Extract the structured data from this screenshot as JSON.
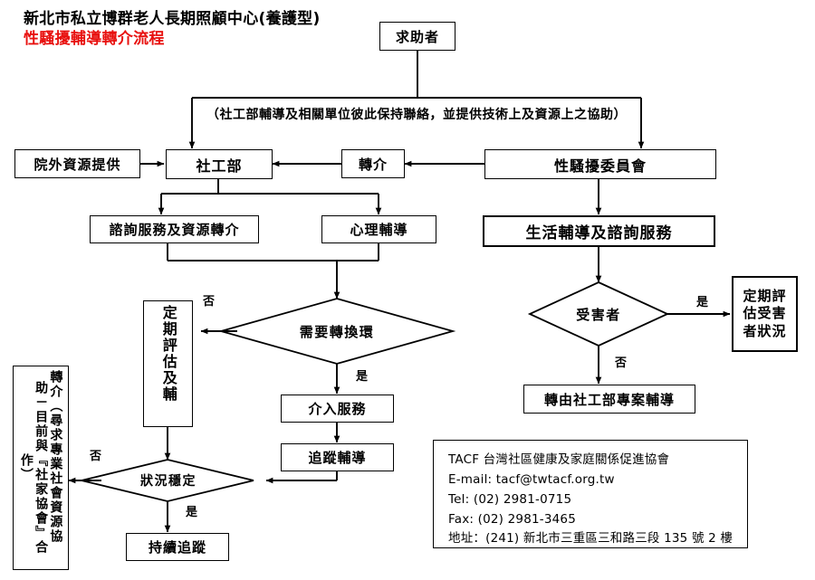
{
  "header": {
    "org_title": "新北市私立博群老人長期照顧中心(養護型)",
    "flow_title": "性騷擾輔導轉介流程",
    "title_color": "#000000",
    "subtitle_color": "#e8110f"
  },
  "nodes": {
    "help_seeker": "求助者",
    "bracket_note": "（社工部輔導及相關單位彼此保持聯絡，並提供技術上及資源上之協助）",
    "external_resource": "院外資源提供",
    "social_work_dept": "社工部",
    "referral": "轉介",
    "harassment_committee": "性騷擾委員會",
    "consult_and_resource": "諮詢服務及資源轉介",
    "psych_counseling": "心理輔導",
    "life_and_consult": "生活輔導及諮詢服務",
    "need_transfer_loop": "需要轉換環",
    "periodic_eval_aid": "定期評估及輔",
    "intervention_service": "介入服務",
    "follow_up_counseling": "追蹤輔導",
    "status_stable": "狀況穩定",
    "continuous_tracking": "持續追蹤",
    "referral_long": "轉介（尋求專業社會資源協助－目前與『社家協會』合作）",
    "referral_long_col1": "轉介（尋求專業社會資源協",
    "referral_long_col2": "助－目前與『社家協會』合作）",
    "victim": "受害者",
    "periodic_eval_victim": "定期評估受害者狀況",
    "transfer_case_work": "轉由社工部專案輔導"
  },
  "edge_labels": {
    "no_transfer": "否",
    "yes_transfer": "是",
    "no_stable": "否",
    "yes_stable": "是",
    "yes_victim": "是",
    "no_victim": "否"
  },
  "contact": {
    "line1": "TACF  台灣社區健康及家庭關係促進協會",
    "line2": "E-mail: tacf@twtacf.org.tw",
    "line3": "Tel: (02) 2981-0715",
    "line4": "Fax: (02) 2981-3465",
    "line5": "地址：(241) 新北市三重區三和路三段 135 號 2 樓"
  }
}
